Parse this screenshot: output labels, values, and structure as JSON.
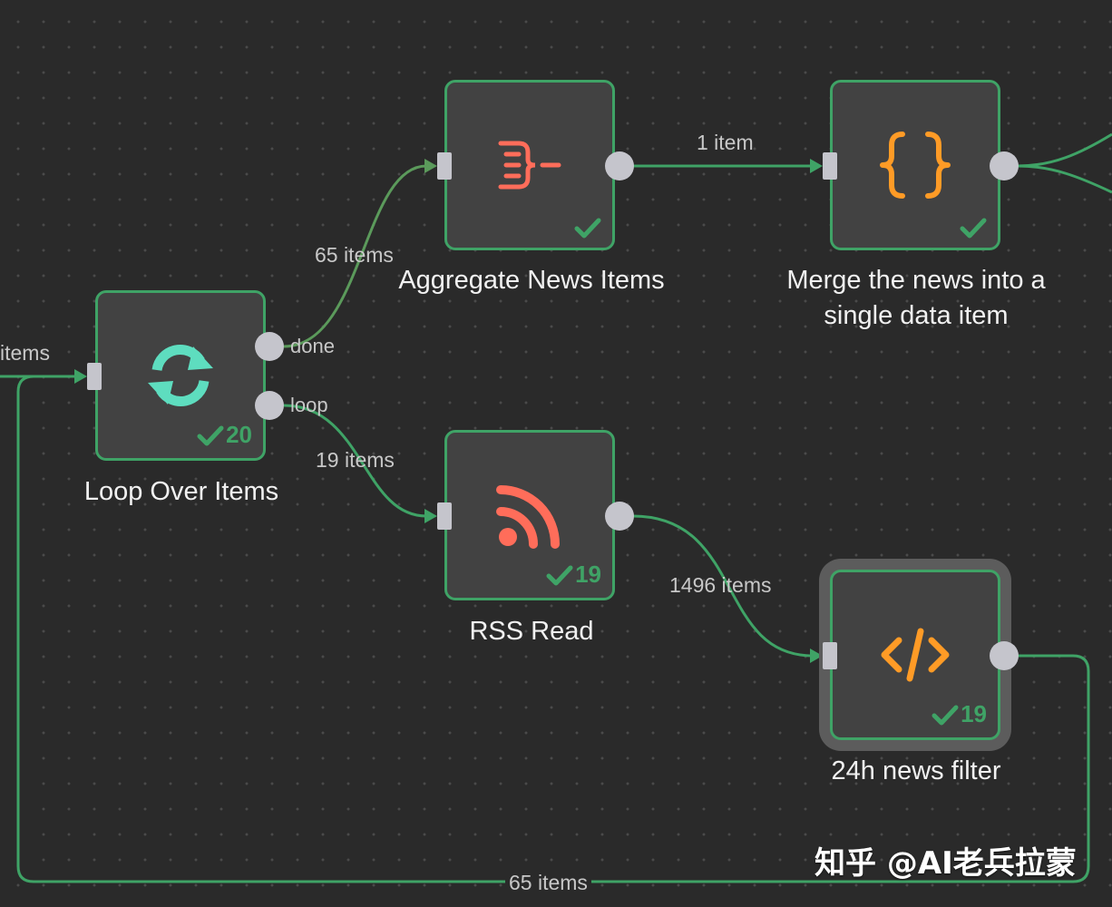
{
  "canvas": {
    "incoming_label": "items",
    "nodes": {
      "aggregate": {
        "label": "Aggregate News Items",
        "icon": "aggregate-icon",
        "icon_color": "#ff6d5a"
      },
      "merge": {
        "label_line1": "Merge the news into a",
        "label_line2": "single data item",
        "icon": "braces-icon",
        "icon_color": "#ff9b26"
      },
      "loop": {
        "label": "Loop Over Items",
        "icon": "refresh-icon",
        "icon_color": "#5eddbf",
        "count": "20",
        "outputs": [
          "done",
          "loop"
        ]
      },
      "rss": {
        "label": "RSS Read",
        "icon": "rss-icon",
        "icon_color": "#ff6d5a",
        "count": "19"
      },
      "filter": {
        "label": "24h news filter",
        "icon": "code-icon",
        "icon_color": "#ff9b26",
        "count": "19",
        "selected": true
      }
    },
    "edges": {
      "done_to_aggregate": "65 items",
      "aggregate_to_merge": "1 item",
      "loop_to_rss": "19 items",
      "rss_to_filter": "1496 items",
      "filter_back_to_loop": "65 items"
    },
    "colors": {
      "success": "#3fa366",
      "background": "#2a2a2a",
      "node": "#424242"
    }
  },
  "watermark": "知乎 @AI老兵拉蒙"
}
